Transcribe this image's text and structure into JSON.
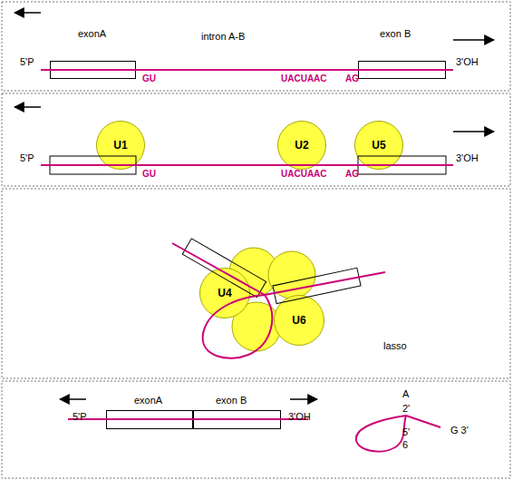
{
  "diagram": {
    "nodes": [
      {
        "text": [
          "exonA"
        ]
      },
      {
        "text": [
          "exon B"
        ]
      },
      {
        "text": [
          "U1"
        ]
      },
      {
        "text": [
          "U2"
        ]
      },
      {
        "text": [
          "U5"
        ]
      },
      {
        "text": [
          "U4"
        ]
      },
      {
        "text": [
          "U6"
        ]
      },
      {
        "text": [
          "exonA"
        ]
      },
      {
        "text": [
          "exon B"
        ]
      }
    ],
    "labels": [
      "5'P",
      "intron A-B",
      "3'OH",
      "GU",
      "UACUAAC",
      "AG",
      "5'P",
      "3'OH",
      "GU",
      "UACUAAC",
      "AG",
      "lasso",
      "5'P",
      "3'OH",
      "A",
      "2'",
      "5'",
      "6",
      "G 3'"
    ]
  }
}
